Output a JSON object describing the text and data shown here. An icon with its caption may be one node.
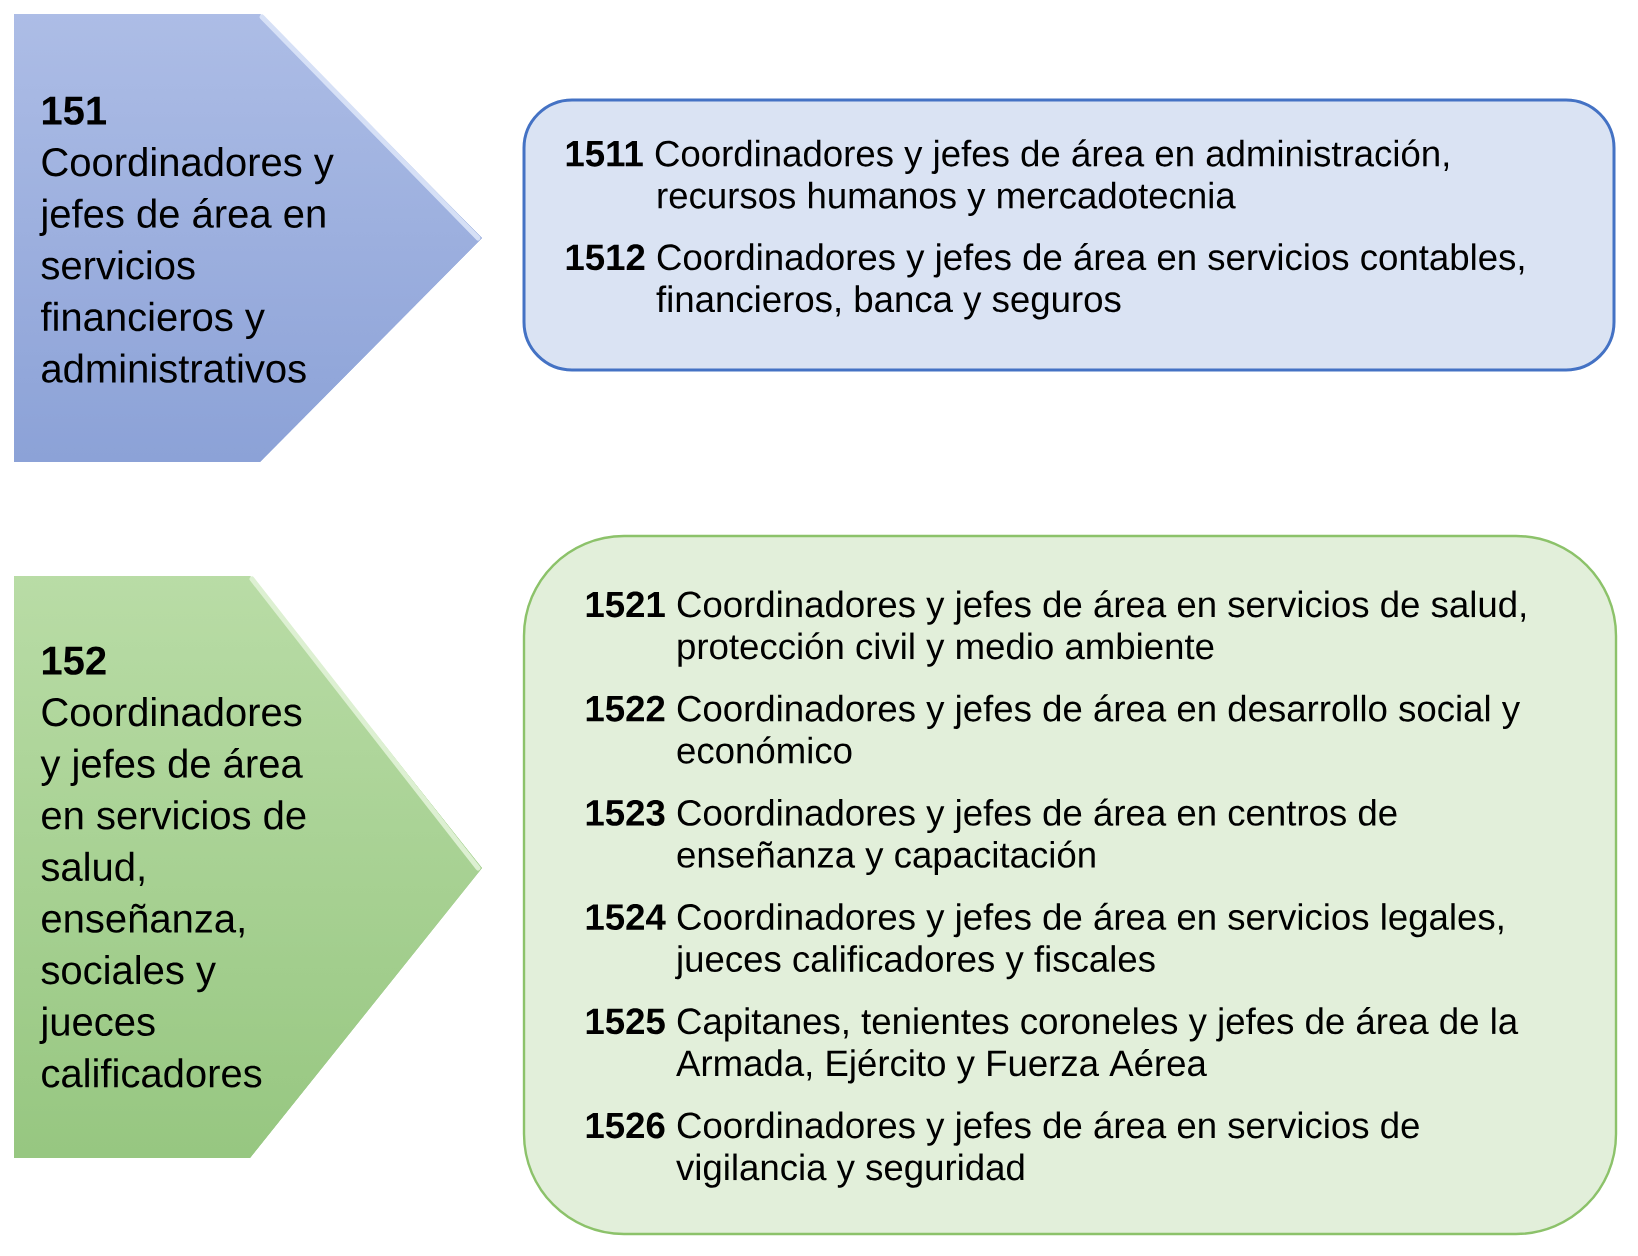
{
  "diagram": {
    "nodes": [
      {
        "text": [
          "151",
          "Coordinadores y jefes de área en servicios financieros y administrativos"
        ]
      },
      {
        "text": [
          "**1511** Coordinadores y jefes de área en administración, recursos humanos y mercadotecnia",
          "**1512** Coordinadores y jefes de área en servicios contables, financieros, banca y seguros"
        ]
      },
      {
        "text": [
          "152",
          "Coordinadores y jefes de área en servicios de salud, enseñanza, sociales y jueces calificadores"
        ]
      },
      {
        "text": [
          "**1521** Coordinadores y jefes de área en servicios de salud, protección civil y medio ambiente",
          "**1522** Coordinadores y jefes de área en desarrollo social y económico",
          "**1523** Coordinadores y jefes de área en centros de enseñanza y capacitación",
          "**1524** Coordinadores y jefes de área en servicios legales, jueces calificadores y fiscales",
          "**1525** Capitanes, tenientes coroneles y jefes de área de la Armada, Ejército y Fuerza Aérea",
          "**1526** Coordinadores y jefes de área en servicios de vigilancia y seguridad"
        ]
      }
    ]
  }
}
